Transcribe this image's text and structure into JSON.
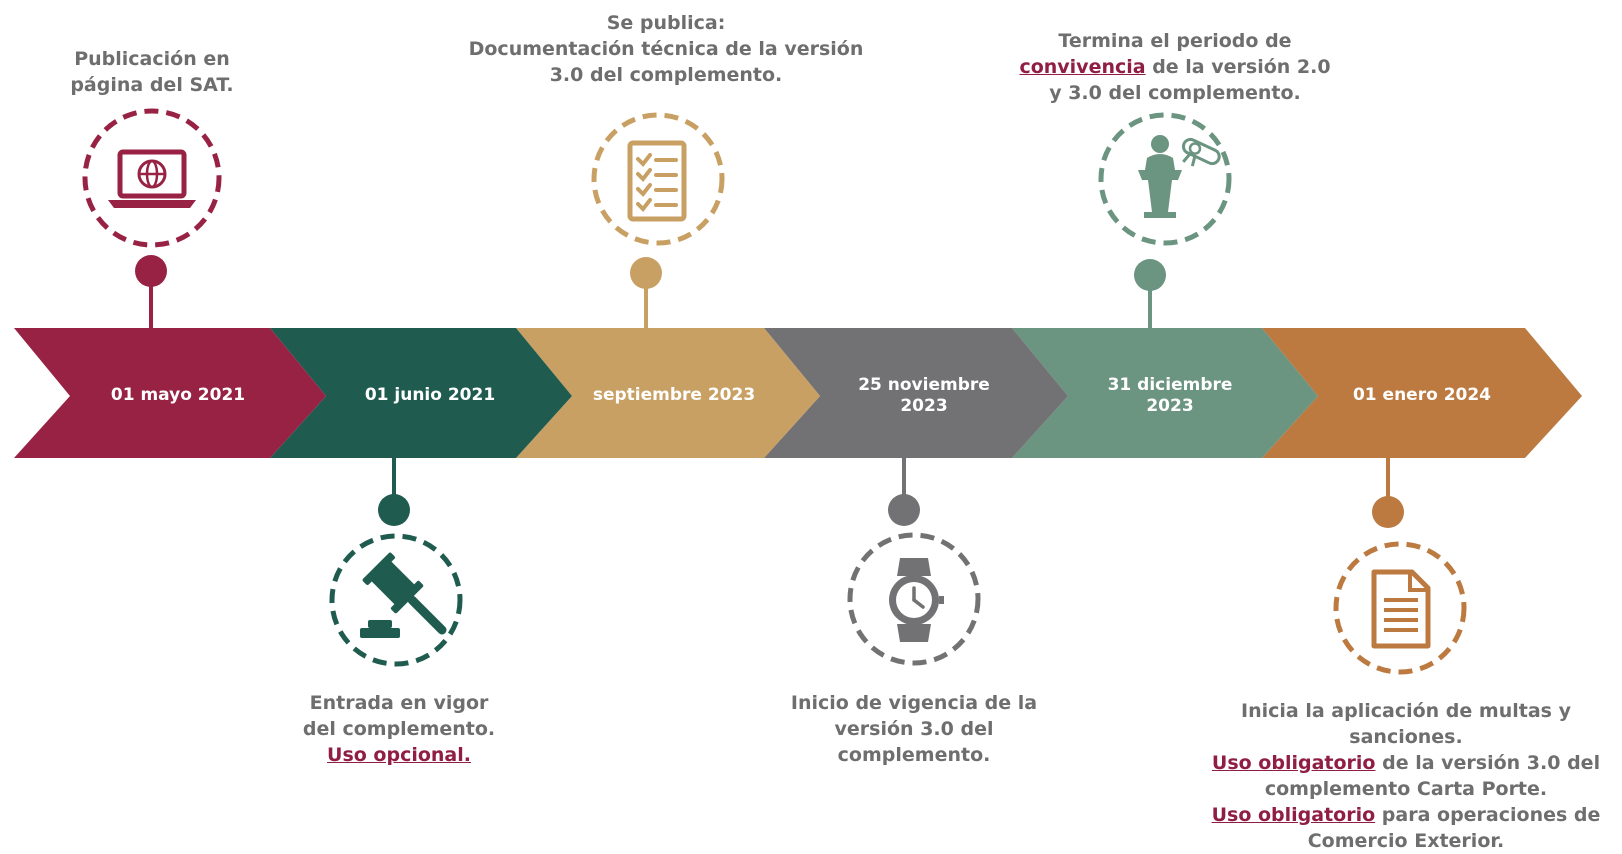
{
  "colors": {
    "maroon": "#982244",
    "dark_green": "#1f5c4f",
    "gold": "#c9a063",
    "gray": "#727274",
    "sage": "#6b9481",
    "copper": "#bc7a40",
    "text": "#6e6e6e",
    "highlight": "#8f1d44"
  },
  "milestones": [
    {
      "date": "01 mayo 2021",
      "icon": "laptop-globe-icon",
      "caption": {
        "line1": "Publicación en",
        "line2": "página del SAT."
      }
    },
    {
      "date": "01 junio 2021",
      "icon": "gavel-icon",
      "caption": {
        "line1": "Entrada en vigor",
        "line2": "del complemento.",
        "line3": "Uso opcional."
      }
    },
    {
      "date": "septiembre 2023",
      "icon": "checklist-icon",
      "caption": {
        "line1": "Se publica:",
        "line2": "Documentación técnica de la versión",
        "line3": "3.0 del complemento."
      }
    },
    {
      "date_line1": "25 noviembre",
      "date_line2": "2023",
      "icon": "wristwatch-icon",
      "caption": {
        "line1": "Inicio de vigencia de la",
        "line2": "versión 3.0 del",
        "line3": "complemento."
      }
    },
    {
      "date_line1": "31 diciembre",
      "date_line2": "2023",
      "icon": "podium-diploma-icon",
      "caption": {
        "line1": "Termina el periodo de",
        "line2_hl": "convivencia",
        "line2_rest": " de la versión 2.0",
        "line3": "y 3.0 del complemento."
      }
    },
    {
      "date": "01 enero 2024",
      "icon": "document-icon",
      "caption": {
        "line1": "Inicia la aplicación de multas y",
        "line2": "sanciones.",
        "line3_hl": "Uso obligatorio",
        "line3_rest": " de la versión 3.0 del",
        "line4": "complemento Carta Porte.",
        "line5_hl": "Uso obligatorio",
        "line5_rest": " para operaciones de",
        "line6": "Comercio Exterior."
      }
    }
  ]
}
